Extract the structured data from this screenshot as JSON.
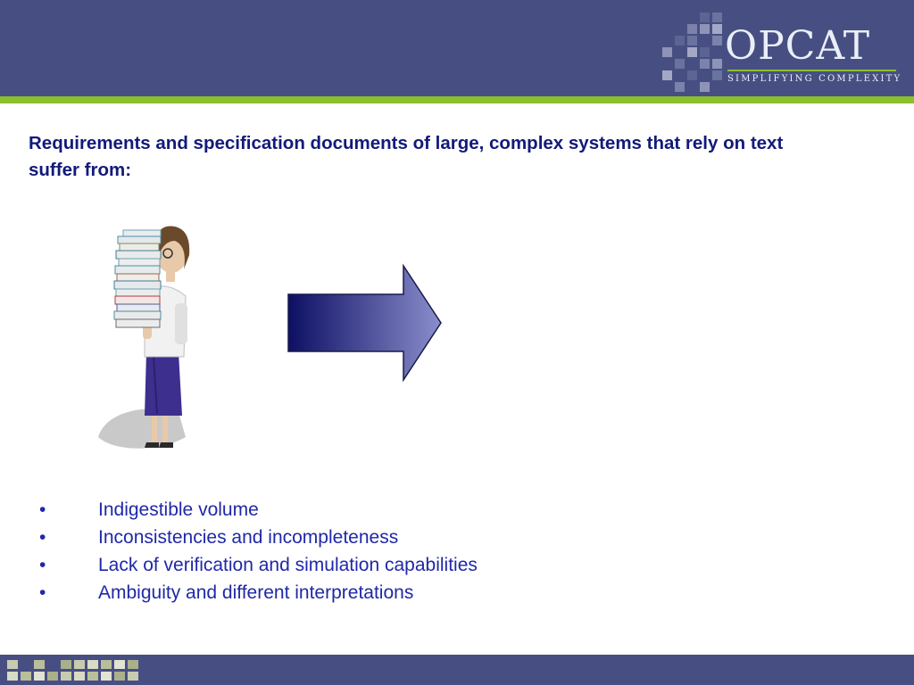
{
  "header": {
    "logo_text": "OPCAT",
    "tagline": "SIMPLIFYING COMPLEXITY"
  },
  "heading": "Requirements and specification documents of large, complex systems that rely on text suffer from:",
  "bullets": [
    "Indigestible volume",
    "Inconsistencies and incompleteness",
    "Lack of verification and simulation capabilities",
    "Ambiguity and different interpretations"
  ],
  "bullet_marker": "•",
  "colors": {
    "header_band": "#474f82",
    "accent_stripe": "#8cbf2a",
    "heading_text": "#121a7a",
    "bullet_text": "#1f28a8",
    "arrow_start": "#0d0f63",
    "arrow_end": "#8a8ecb"
  },
  "icons": {
    "illustration": "woman-carrying-stack-of-books",
    "arrow": "right-arrow-icon",
    "logo_decoration": "square-grid-pattern"
  }
}
